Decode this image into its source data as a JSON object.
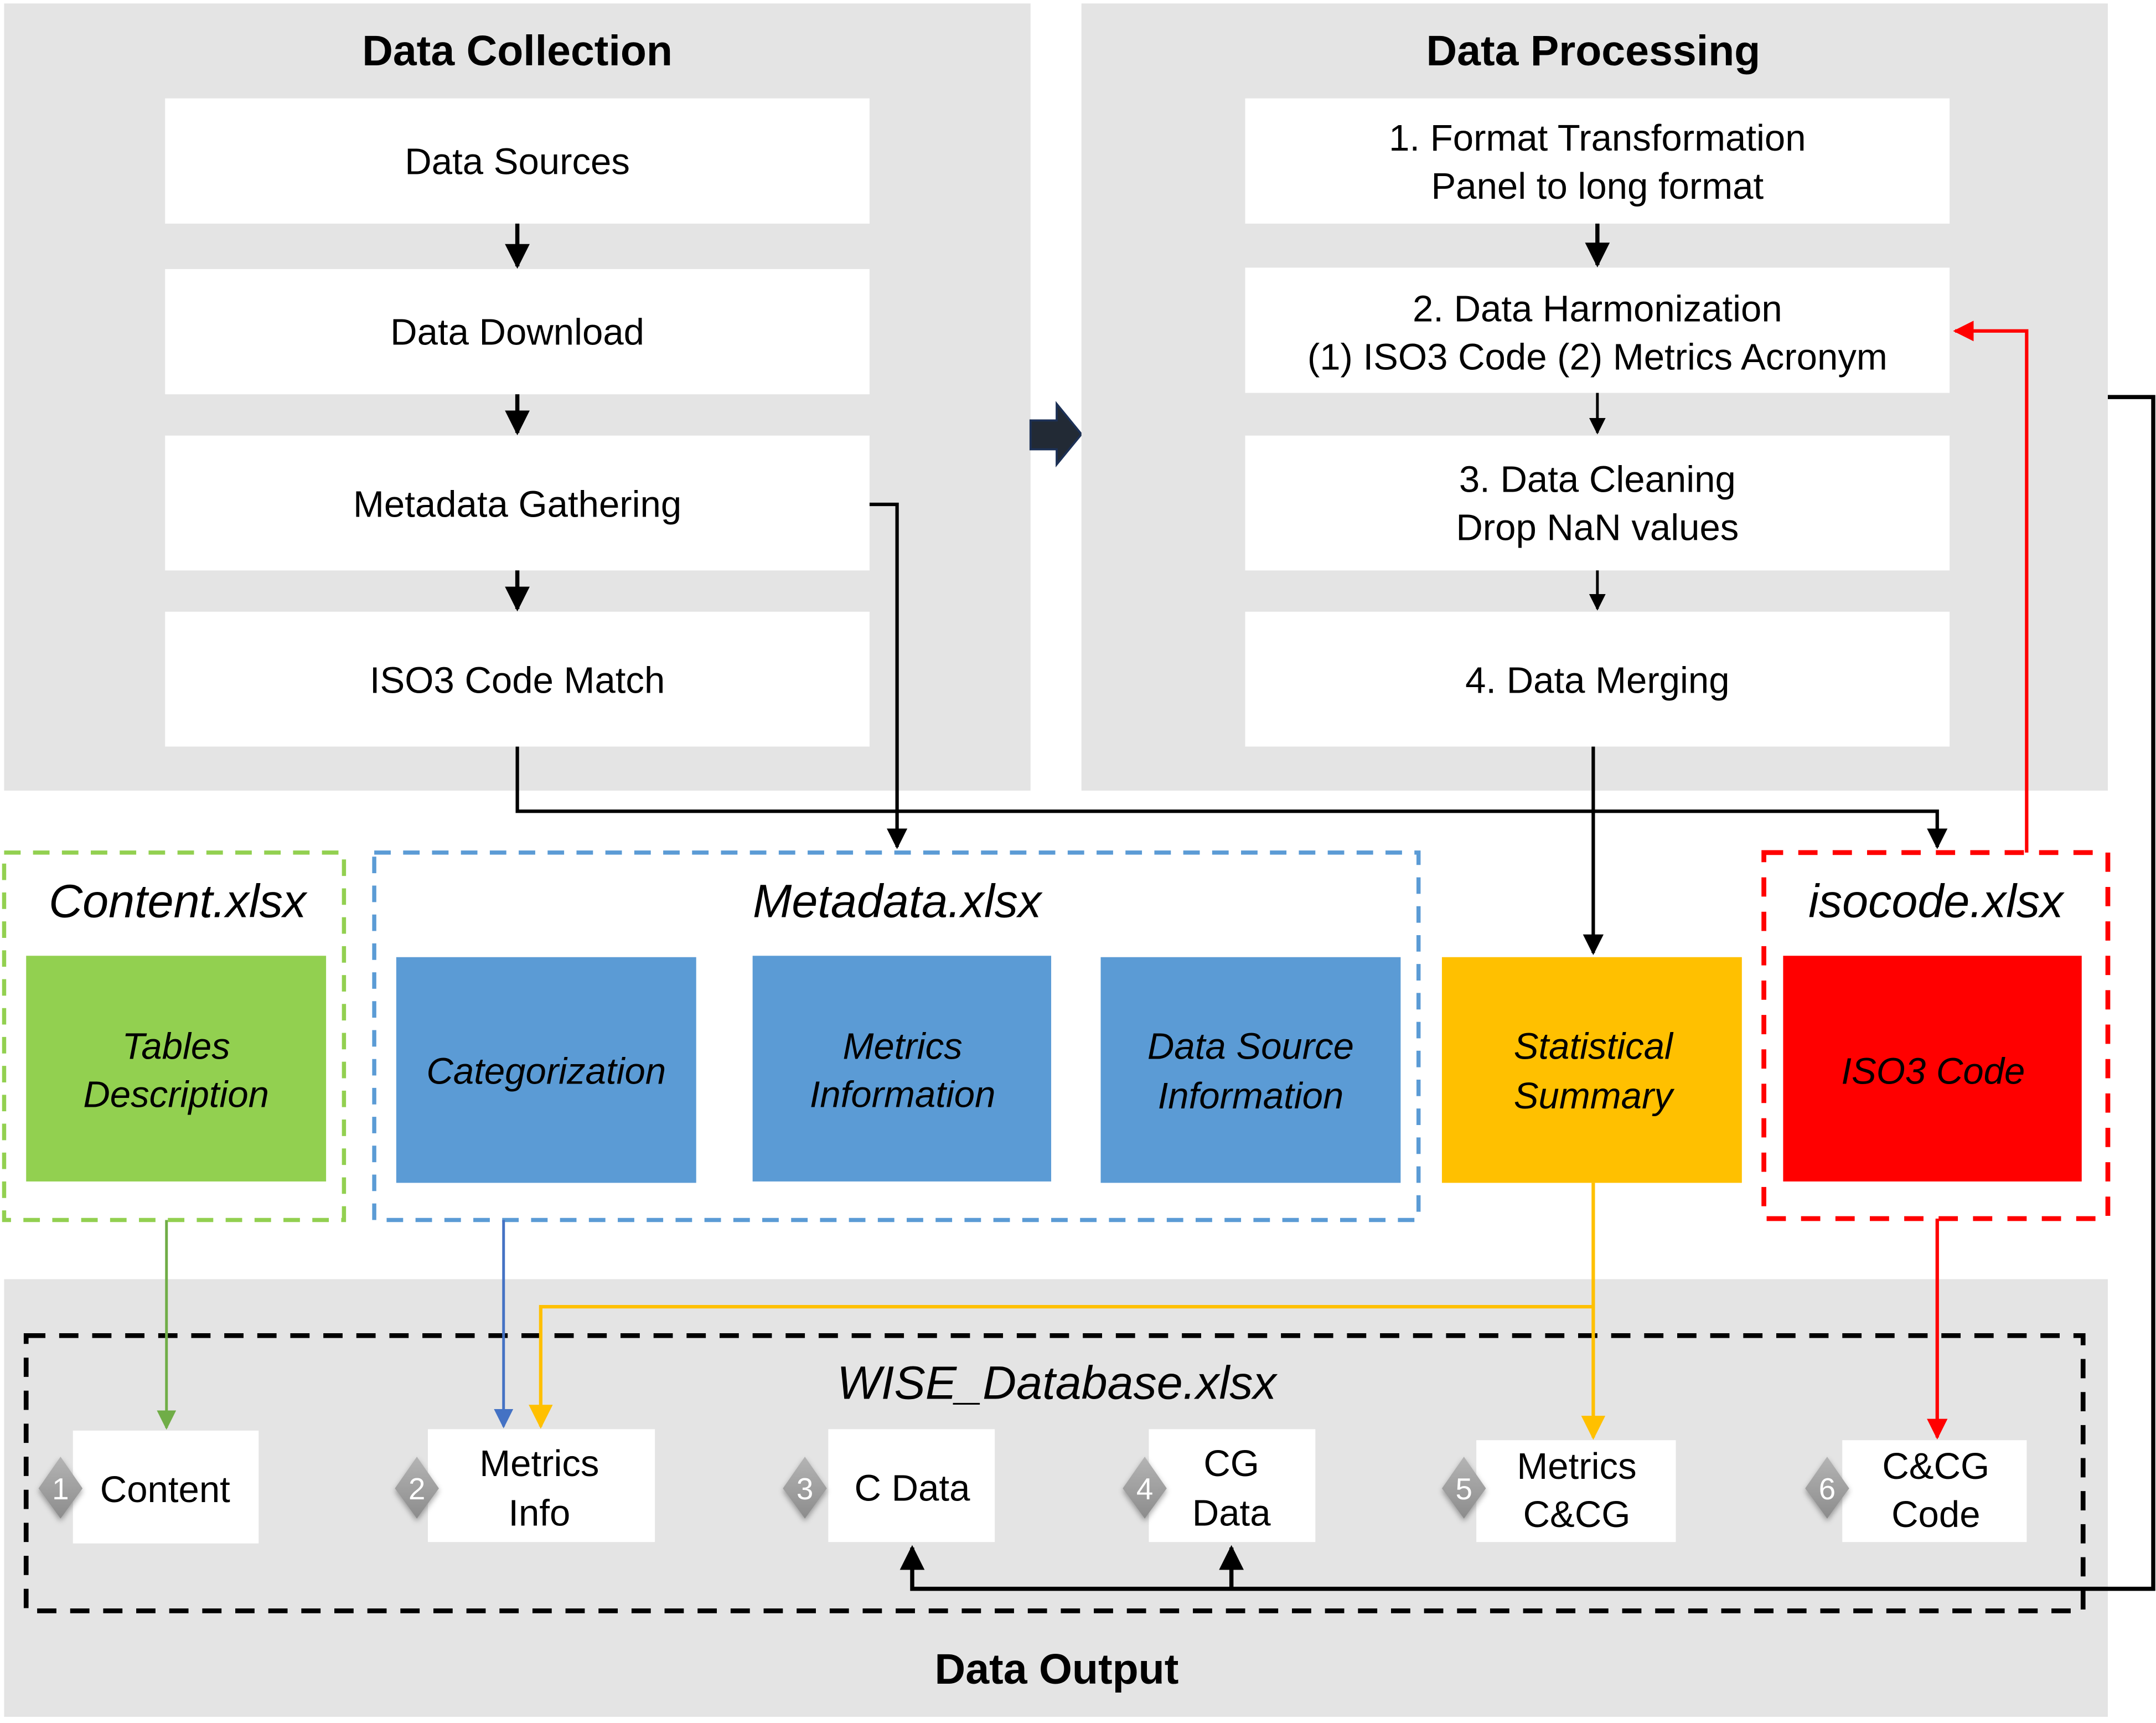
{
  "panels": {
    "collection": {
      "title": "Data Collection",
      "steps": [
        "Data Sources",
        "Data Download",
        "Metadata Gathering",
        "ISO3 Code Match"
      ]
    },
    "processing": {
      "title": "Data Processing",
      "steps": [
        {
          "line1": "1. Format Transformation",
          "line2": "Panel to long format"
        },
        {
          "line1": "2. Data Harmonization",
          "line2": "(1) ISO3 Code (2) Metrics Acronym"
        },
        {
          "line1": "3. Data Cleaning",
          "line2": "Drop NaN values"
        },
        {
          "line1": "4. Data Merging",
          "line2": ""
        }
      ]
    },
    "output": {
      "title": "Data Output",
      "database_file": "WISE_Database.xlsx",
      "sheets": [
        {
          "num": "1",
          "line1": "Content",
          "line2": ""
        },
        {
          "num": "2",
          "line1": "Metrics",
          "line2": "Info"
        },
        {
          "num": "3",
          "line1": "C Data",
          "line2": ""
        },
        {
          "num": "4",
          "line1": "CG",
          "line2": "Data"
        },
        {
          "num": "5",
          "line1": "Metrics",
          "line2": "C&CG"
        },
        {
          "num": "6",
          "line1": "C&CG",
          "line2": "Code"
        }
      ]
    }
  },
  "files": {
    "content": {
      "name": "Content.xlsx",
      "sheets": [
        {
          "line1": "Tables",
          "line2": "Description"
        }
      ],
      "color": "#92d050"
    },
    "metadata": {
      "name": "Metadata.xlsx",
      "sheets": [
        {
          "line1": "Categorization",
          "line2": ""
        },
        {
          "line1": "Metrics",
          "line2": "Information"
        },
        {
          "line1": "Data Source",
          "line2": "Information"
        }
      ],
      "color": "#5b9bd5"
    },
    "summary": {
      "sheets": [
        {
          "line1": "Statistical",
          "line2": "Summary"
        }
      ],
      "color": "#ffc000"
    },
    "isocode": {
      "name": "isocode.xlsx",
      "sheets": [
        {
          "line1": "ISO3 Code",
          "line2": ""
        }
      ],
      "color": "#ff0000"
    }
  },
  "colors": {
    "panel_bg": "#e4e4e4",
    "arrow_dark": "#222a35",
    "green_line": "#70ad47",
    "blue_line": "#4472c4",
    "yellow_line": "#ffc000",
    "red_line": "#ff0000",
    "badge": "#a0a0a0"
  }
}
